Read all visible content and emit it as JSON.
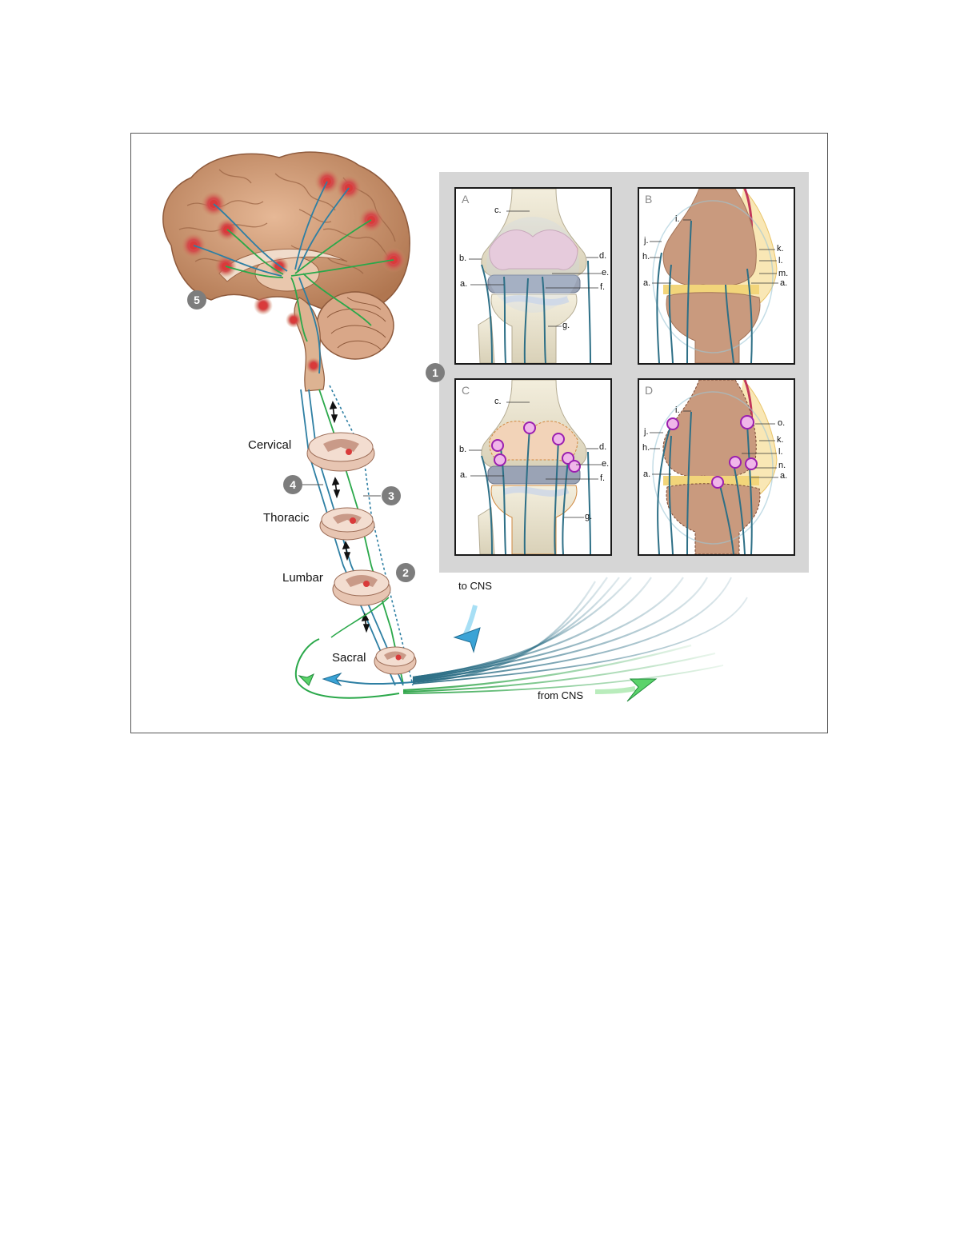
{
  "regions": {
    "cervical": "Cervical",
    "thoracic": "Thoracic",
    "lumbar": "Lumbar",
    "sacral": "Sacral"
  },
  "steps": {
    "one": "1",
    "two": "2",
    "three": "3",
    "four": "4",
    "five": "5"
  },
  "flows": {
    "afferent": "to CNS",
    "efferent": "from CNS"
  },
  "panels": {
    "A": {
      "letter": "A",
      "labels": {
        "a": "a.",
        "b": "b.",
        "c": "c.",
        "d": "d.",
        "e": "e.",
        "f": "f.",
        "g": "g."
      }
    },
    "B": {
      "letter": "B",
      "labels": {
        "i": "i.",
        "j": "j.",
        "h": "h.",
        "a": "a.",
        "k": "k.",
        "l": "l.",
        "m": "m.",
        "a2": "a."
      }
    },
    "C": {
      "letter": "C",
      "labels": {
        "a": "a.",
        "b": "b.",
        "c": "c.",
        "d": "d.",
        "e": "e.",
        "f": "f.",
        "g": "g."
      }
    },
    "D": {
      "letter": "D",
      "labels": {
        "i": "i.",
        "j": "j.",
        "h": "h.",
        "a": "a.",
        "o": "o.",
        "k": "k.",
        "l": "l.",
        "n": "n.",
        "a2": "a."
      }
    }
  },
  "colors": {
    "afferent_fiber": "#2e7fa3",
    "efferent_fiber": "#2aa84a",
    "brain": "#c98f68",
    "nociceptor_hotspot": "#d93a3a",
    "panel_background": "#d6d6d6",
    "bone": "#ece6d2",
    "cartilage": "#f1c7d6",
    "synovium": "#f3d889",
    "sensitized_terminal": "#9b1fb0"
  },
  "icons": {
    "afferent_arrow": "blue-arrow-icon",
    "efferent_arrow": "green-arrow-icon",
    "segment_link": "double-arrow-icon"
  }
}
